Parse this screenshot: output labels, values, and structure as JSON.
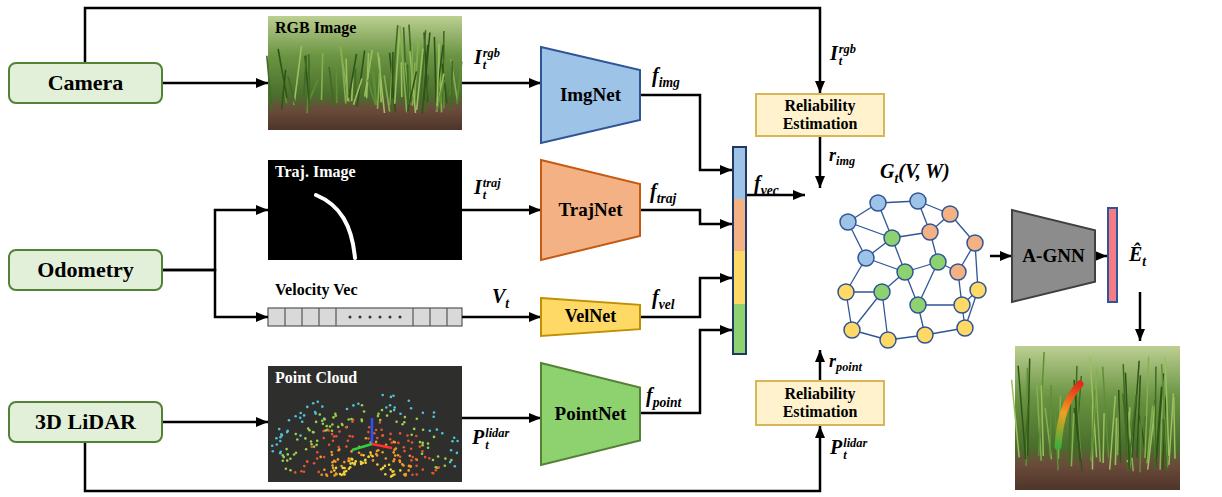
{
  "diagram": {
    "nodes": [
      {
        "text": [
          "Camera"
        ]
      },
      {
        "text": [
          "Odometry"
        ]
      },
      {
        "text": [
          "3D LiDAR"
        ]
      },
      {
        "text": [
          "RGB Image"
        ]
      },
      {
        "text": [
          "Traj. Image"
        ]
      },
      {
        "text": [
          "Velocity Vec"
        ]
      },
      {
        "text": [
          "Point Cloud"
        ]
      },
      {
        "text": [
          "ImgNet"
        ]
      },
      {
        "text": [
          "TrajNet"
        ]
      },
      {
        "text": [
          "VelNet"
        ]
      },
      {
        "text": [
          "PointNet"
        ]
      },
      {
        "text": [
          "Reliability Estimation"
        ]
      },
      {
        "text": [
          "Reliability Estimation"
        ]
      },
      {
        "text": [
          "fvec"
        ]
      },
      {
        "text": [
          "Gt(V, W)"
        ]
      },
      {
        "text": [
          "A-GNN"
        ]
      },
      {
        "text": [
          "Êt"
        ]
      }
    ],
    "edges": [
      {
        "from": 0,
        "to": 3,
        "arrow": "to"
      },
      {
        "from": 0,
        "to": 11,
        "label": "Itrgb",
        "arrow": "to"
      },
      {
        "from": 3,
        "to": 7,
        "label": "Itrgb",
        "arrow": "to"
      },
      {
        "from": 1,
        "to": 4,
        "arrow": "to"
      },
      {
        "from": 1,
        "to": 5,
        "arrow": "to"
      },
      {
        "from": 4,
        "to": 8,
        "label": "Ittraj",
        "arrow": "to"
      },
      {
        "from": 5,
        "to": 9,
        "label": "Vt",
        "arrow": "to"
      },
      {
        "from": 2,
        "to": 6,
        "arrow": "to"
      },
      {
        "from": 2,
        "to": 12,
        "label": "Ptlidar",
        "arrow": "to"
      },
      {
        "from": 6,
        "to": 10,
        "label": "Ptlidar",
        "arrow": "to"
      },
      {
        "from": 7,
        "to": 13,
        "label": "fimg",
        "arrow": "to"
      },
      {
        "from": 8,
        "to": 13,
        "label": "ftraj",
        "arrow": "to"
      },
      {
        "from": 9,
        "to": 13,
        "label": "fvel",
        "arrow": "to"
      },
      {
        "from": 10,
        "to": 13,
        "label": "fpoint",
        "arrow": "to"
      },
      {
        "from": 13,
        "to": 14,
        "arrow": "to"
      },
      {
        "from": 11,
        "to": 14,
        "label": "rimg",
        "arrow": "to"
      },
      {
        "from": 12,
        "to": 14,
        "label": "rpoint",
        "arrow": "to"
      },
      {
        "from": 14,
        "to": 15,
        "arrow": "to"
      },
      {
        "from": 15,
        "to": 16,
        "arrow": "to"
      }
    ]
  }
}
